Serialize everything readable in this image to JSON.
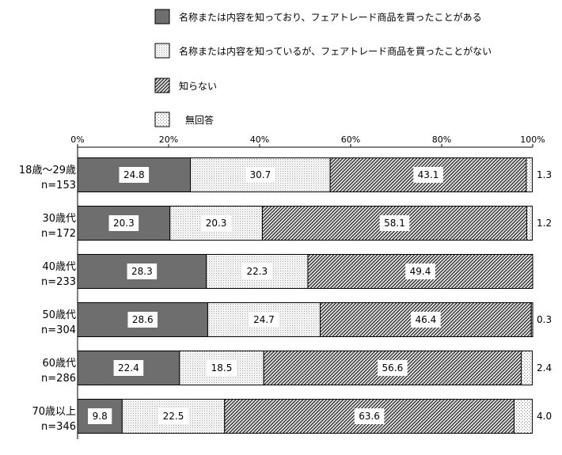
{
  "chart_data": {
    "type": "bar",
    "orientation": "horizontal",
    "stacked": true,
    "percent": true,
    "xlim": [
      0,
      100
    ],
    "xticks": [
      "0%",
      "20%",
      "40%",
      "60%",
      "80%",
      "100%"
    ],
    "categories": [
      [
        "18歳～29歳",
        "n=153"
      ],
      [
        "30歳代",
        "n=172"
      ],
      [
        "40歳代",
        "n=233"
      ],
      [
        "50歳代",
        "n=304"
      ],
      [
        "60歳代",
        "n=286"
      ],
      [
        "70歳以上",
        "n=346"
      ]
    ],
    "series": [
      {
        "name": "名称または内容を知っており、フェアトレード商品を買ったことがある",
        "values": [
          24.8,
          20.3,
          28.3,
          28.6,
          22.4,
          9.8
        ]
      },
      {
        "name": "名称または内容を知っているが、フェアトレード商品を買ったことがない",
        "values": [
          30.7,
          20.3,
          22.3,
          24.7,
          18.5,
          22.5
        ]
      },
      {
        "name": "知らない",
        "values": [
          43.1,
          58.1,
          49.4,
          46.4,
          56.6,
          63.6
        ]
      },
      {
        "name": "無回答",
        "values": [
          1.3,
          1.2,
          null,
          0.3,
          2.4,
          4.0
        ]
      }
    ],
    "legend_position": "top",
    "grid": false
  }
}
